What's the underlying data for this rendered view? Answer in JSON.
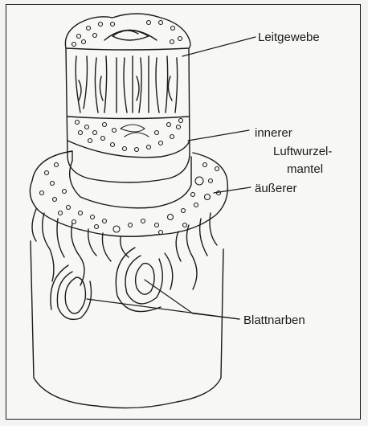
{
  "labels": {
    "leitgewebe": "Leitgewebe",
    "innerer": "innerer",
    "luftwurzel_line1": "Luftwurzel-",
    "luftwurzel_line2": "mantel",
    "aeusserer": "äußerer",
    "blattnarben": "Blattnarben"
  },
  "colors": {
    "ink": "#1a1a1a",
    "paper": "#f7f7f5"
  }
}
